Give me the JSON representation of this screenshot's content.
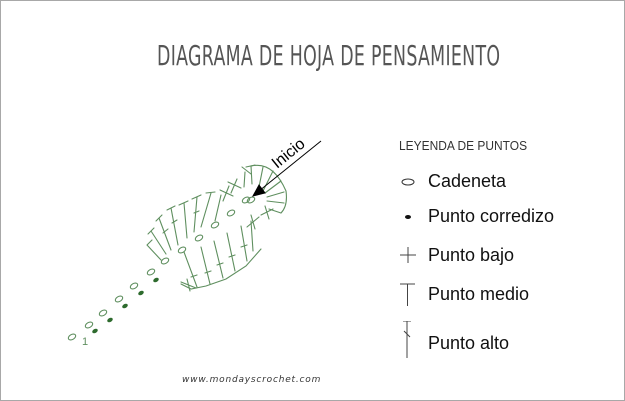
{
  "title": "DIAGRAMA DE HOJA DE PENSAMIENTO",
  "diagram": {
    "start_label": "Inicio",
    "row_number": "1",
    "stitch_color": "#5a8a5a",
    "dot_color": "#2e6b2e",
    "arrow_color": "#000000"
  },
  "legend": {
    "title": "LEYENDA DE PUNTOS",
    "items": [
      {
        "symbol": "oval-outline",
        "label": "Cadeneta"
      },
      {
        "symbol": "filled-dot",
        "label": "Punto corredizo"
      },
      {
        "symbol": "plus",
        "label": "Punto bajo"
      },
      {
        "symbol": "t-bar",
        "label": "Punto medio"
      },
      {
        "symbol": "t-bar-slash",
        "label": "Punto alto"
      }
    ]
  },
  "footer": {
    "website": "www.mondayscrochet.com"
  }
}
